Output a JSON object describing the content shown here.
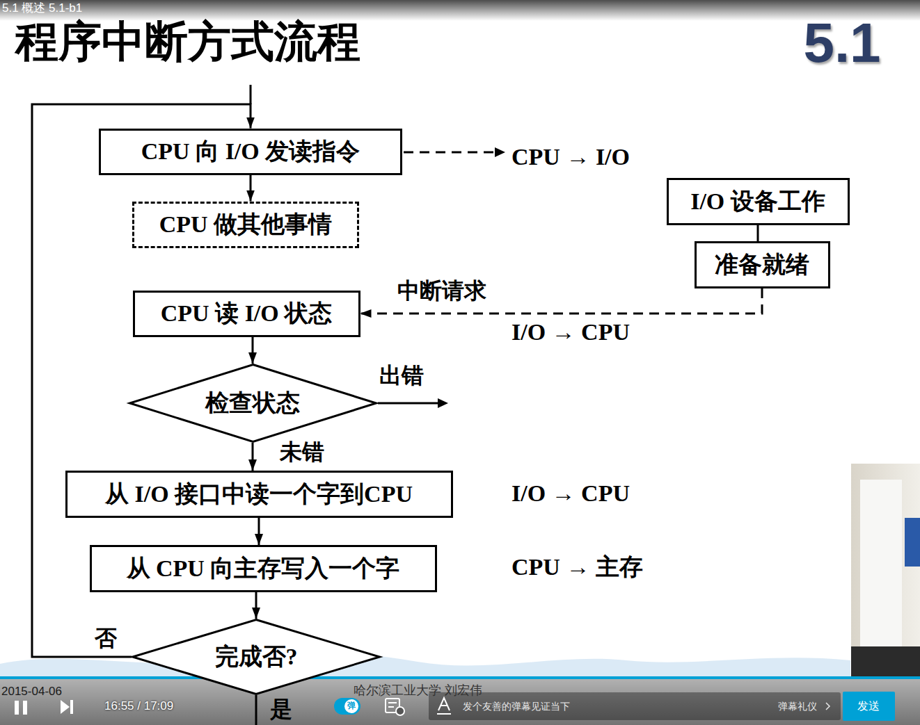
{
  "diagram": {
    "title": "程序中断方式流程",
    "nodes": [
      {
        "text": [
          "CPU 向 I/O 发读指令"
        ]
      },
      {
        "text": [
          "CPU 做其他事情"
        ]
      },
      {
        "text": [
          "I/O 设备工作"
        ]
      },
      {
        "text": [
          "准备就绪"
        ]
      },
      {
        "text": [
          "CPU 读 I/O 状态"
        ]
      },
      {
        "text": [
          "检查状态"
        ]
      },
      {
        "text": [
          "从 I/O 接口中读一个字到CPU"
        ]
      },
      {
        "text": [
          "从 CPU 向主存写入一个字"
        ]
      },
      {
        "text": [
          "完成否?"
        ]
      }
    ],
    "edges": [
      {
        "from": 0,
        "to": 1,
        "arrow": "to"
      },
      {
        "from": 2,
        "to": 3,
        "arrow": "none"
      },
      {
        "from": 3,
        "to": 4,
        "label": "中断请求",
        "arrow": "to"
      },
      {
        "from": 4,
        "to": 5,
        "arrow": "to"
      },
      {
        "from": 5,
        "to": 6,
        "label": "未错",
        "arrow": "to"
      },
      {
        "from": 6,
        "to": 7,
        "arrow": "to"
      },
      {
        "from": 7,
        "to": 8,
        "arrow": "to"
      },
      {
        "from": 8,
        "to": 0,
        "label": "否",
        "arrow": "to"
      }
    ],
    "labels": [
      "5.1 概述 5.1-b1",
      "5.1",
      "CPU → I/O",
      "I/O → CPU",
      "出错",
      "I/O → CPU",
      "CPU → 主存",
      "是",
      "2015-04-06",
      "16:55 / 17:09",
      "哈尔滨工业大学 刘宏伟",
      "弹",
      "发个友善的弹幕见证当下",
      "弹幕礼仪",
      "发送"
    ]
  }
}
